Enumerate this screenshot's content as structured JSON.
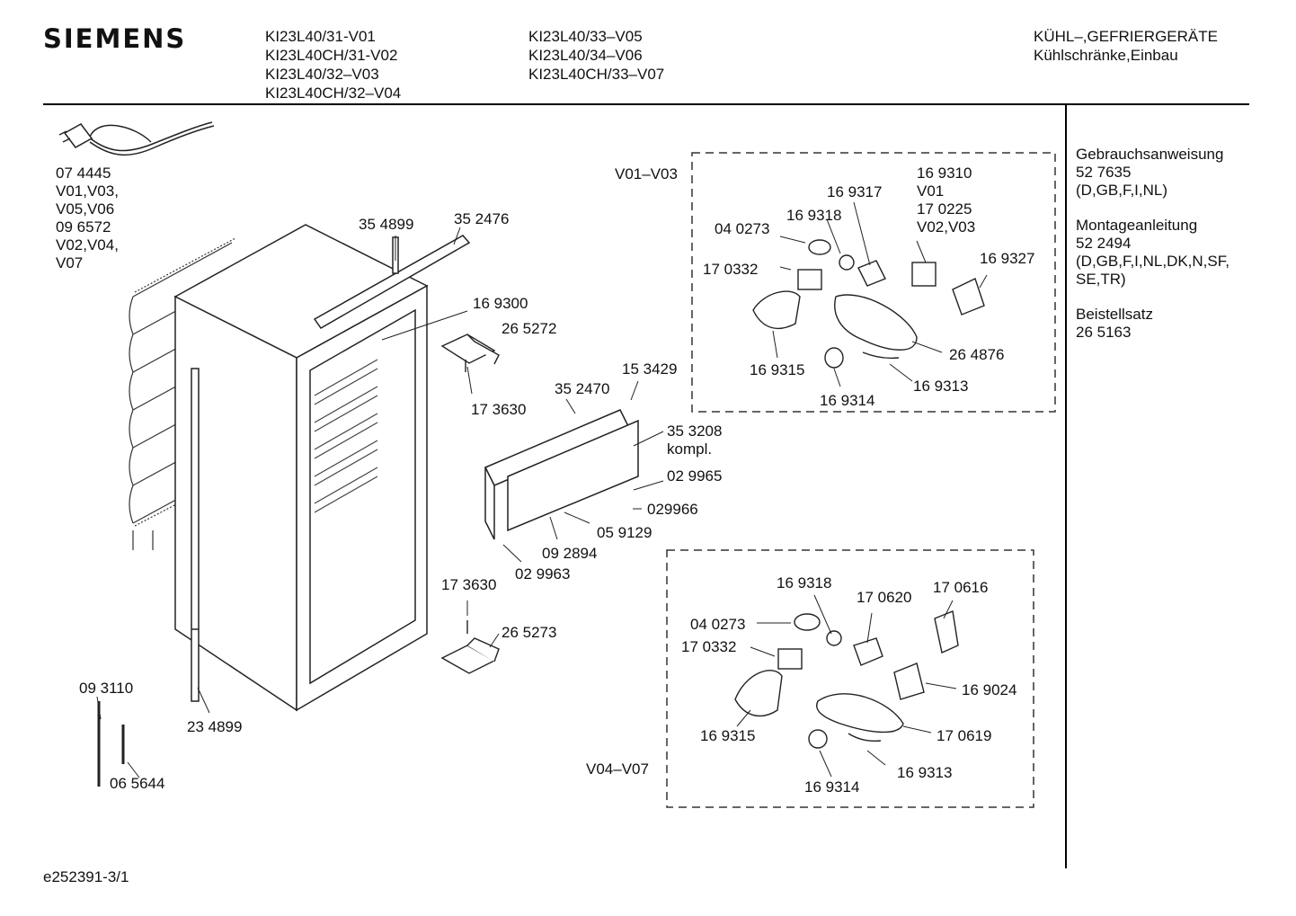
{
  "header": {
    "brand": "SIEMENS",
    "models_col1": [
      "KI23L40/31-V01",
      "KI23L40CH/31-V02",
      "KI23L40/32–V03",
      "KI23L40CH/32–V04"
    ],
    "models_col2": [
      "KI23L40/33–V05",
      "KI23L40/34–V06",
      "KI23L40CH/33–V07"
    ],
    "category": [
      "KÜHL–,GEFRIERGERÄTE",
      "Kühlschränke,Einbau"
    ]
  },
  "sidebar": {
    "docs": [
      {
        "lines": [
          "Gebrauchsanweisung",
          "52 7635",
          "(D,GB,F,I,NL)"
        ]
      },
      {
        "lines": [
          "Montageanleitung",
          "52 2494",
          "(D,GB,F,I,NL,DK,N,SF,",
          "SE,TR)"
        ]
      },
      {
        "lines": [
          "Beistellsatz",
          "26 5163"
        ]
      }
    ]
  },
  "footer": {
    "drawing_id": "e252391-3/1"
  },
  "parts": {
    "cable": [
      "07 4445",
      "V01,V03,",
      "V05,V06",
      "09 6572",
      "V02,V04,",
      "V07"
    ],
    "p354899": "35 4899",
    "p352476": "35 2476",
    "p169300": "16 9300",
    "p265272": "26 5272",
    "p173630a": "17 3630",
    "p153429": "15 3429",
    "p352470": "35 2470",
    "p353208": [
      "35 3208",
      "kompl."
    ],
    "p029965": "02 9965",
    "p029966": "029966",
    "p059129": "05 9129",
    "p092894": "09 2894",
    "p029963": "02 9963",
    "p173630b": "17 3630",
    "p265273": "26 5273",
    "p093110": "09 3110",
    "p234899": "23 4899",
    "p065644": "06 5644"
  },
  "box_top": {
    "variant": "V01–V03",
    "labels": {
      "a": [
        "16 9310",
        "V01",
        "17 0225",
        "V02,V03"
      ],
      "b": "16 9317",
      "c": "16 9318",
      "d": "04 0273",
      "e": "16 9327",
      "f": "17 0332",
      "g": "26 4876",
      "h": "16 9315",
      "i": "16 9313",
      "j": "16 9314"
    }
  },
  "box_bottom": {
    "variant": "V04–V07",
    "labels": {
      "a": "16 9318",
      "b": "17 0620",
      "c": "17 0616",
      "d": "04 0273",
      "e": "17 0332",
      "f": "16 9024",
      "g": "16 9315",
      "h": "17 0619",
      "i": "16 9313",
      "j": "16 9314"
    }
  }
}
